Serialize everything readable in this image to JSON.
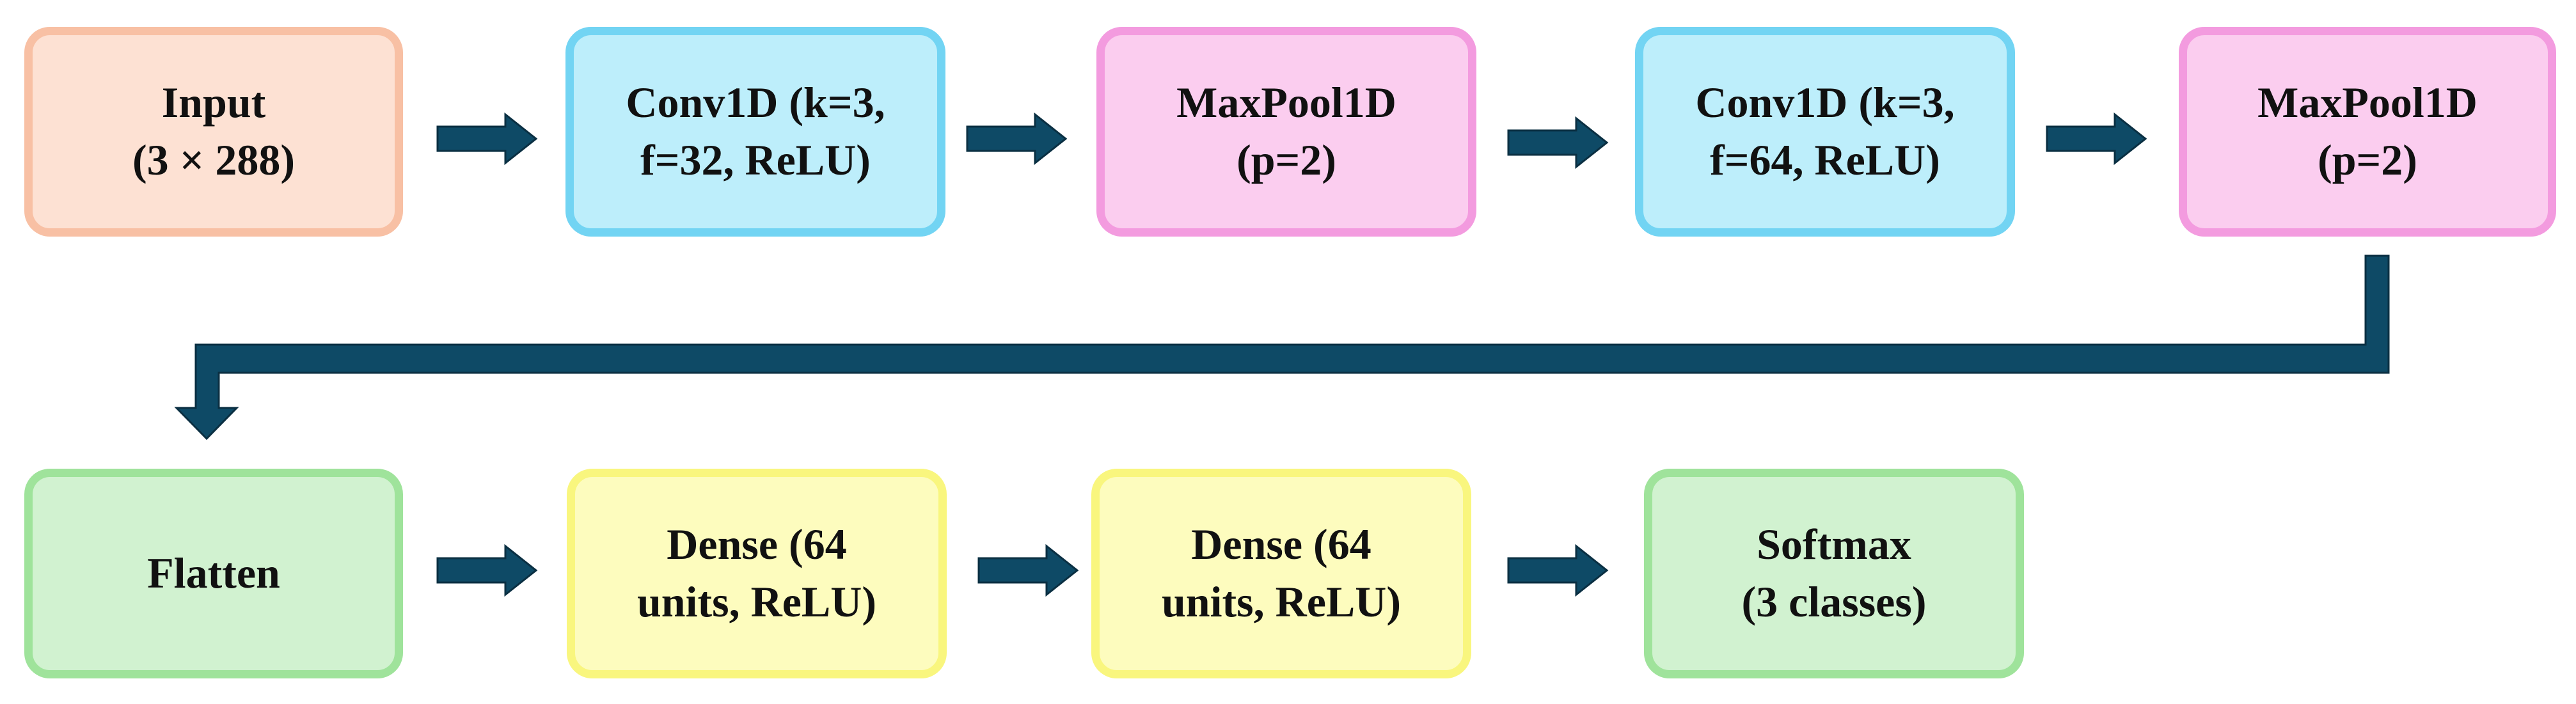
{
  "nodes": {
    "input": {
      "line1": "Input",
      "line2": "(3 × 288)"
    },
    "conv1": {
      "line1": "Conv1D (k=3,",
      "line2": "f=32, ReLU)"
    },
    "maxpool1": {
      "line1": "MaxPool1D",
      "line2": "(p=2)"
    },
    "conv2": {
      "line1": "Conv1D (k=3,",
      "line2": "f=64, ReLU)"
    },
    "maxpool2": {
      "line1": "MaxPool1D",
      "line2": "(p=2)"
    },
    "flatten": {
      "line1": "Flatten"
    },
    "dense1": {
      "line1": "Dense (64",
      "line2": "units, ReLU)"
    },
    "dense2": {
      "line1": "Dense (64",
      "line2": "units, ReLU)"
    },
    "softmax": {
      "line1": "Softmax",
      "line2": "(3 classes)"
    }
  },
  "colors": {
    "arrow": "#0e4a66",
    "peach": "#fde1d3",
    "blue": "#bdeefb",
    "pink": "#fbcdef",
    "green": "#d1f2d0",
    "yellow": "#fdfcbe"
  }
}
